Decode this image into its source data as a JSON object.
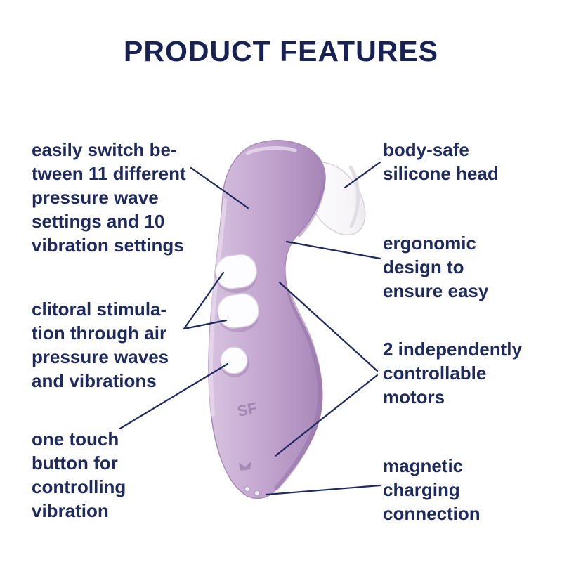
{
  "title": "PRODUCT FEATURES",
  "colors": {
    "text": "#1e2a5e",
    "callout_line": "#1e2a5e",
    "body_light": "#d6c0de",
    "body_mid": "#c0a2cc",
    "body_dark": "#a484b4",
    "head": "#ffffff"
  },
  "labels": {
    "left": [
      {
        "id": "pressure-wave-settings",
        "text": "easily switch be-\ntween 11 different\npressure wave\nsettings and 10\nvibration settings"
      },
      {
        "id": "clitoral-stimulation",
        "text": "clitoral stimula-\ntion through air\npressure waves\nand vibrations"
      },
      {
        "id": "one-touch-button",
        "text": "one touch\nbutton for\ncontrolling\nvibration"
      }
    ],
    "right": [
      {
        "id": "body-safe-head",
        "text": "body-safe\nsilicone head"
      },
      {
        "id": "ergonomic-design",
        "text": "ergonomic\ndesign to\nensure easy"
      },
      {
        "id": "independent-motors",
        "text": "2 independently\ncontrollable\nmotors"
      },
      {
        "id": "magnetic-charging",
        "text": "magnetic\ncharging\nconnection"
      }
    ]
  },
  "device": {
    "logo": "SF"
  }
}
